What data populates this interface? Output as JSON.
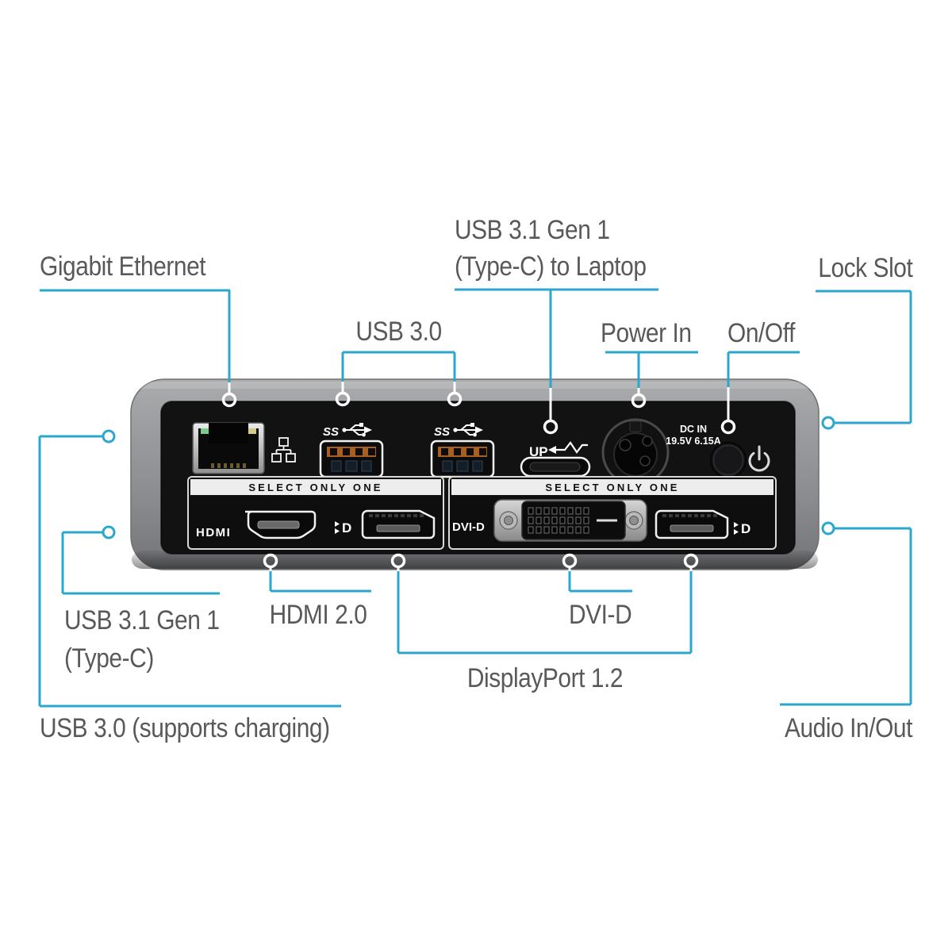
{
  "colors": {
    "callout_line": "#2BA7CD",
    "label_text": "#58595B",
    "device_panel": "#121212",
    "device_shell_silver": "#9C9DA0"
  },
  "callouts": {
    "gigabit_ethernet": "Gigabit Ethernet",
    "usb_30_top": "USB 3.0",
    "usb_c_laptop_line1": "USB 3.1 Gen 1",
    "usb_c_laptop_line2": "(Type-C) to Laptop",
    "power_in": "Power In",
    "on_off": "On/Off",
    "lock_slot": "Lock Slot",
    "usb_c_side_line1": "USB 3.1 Gen 1",
    "usb_c_side_line2": "(Type-C)",
    "hdmi": "HDMI 2.0",
    "dvi": "DVI-D",
    "displayport": "DisplayPort 1.2",
    "usb_30_charging": "USB 3.0 (supports charging)",
    "audio": "Audio In/Out"
  },
  "device": {
    "select_only_one_left": "SELECT ONLY ONE",
    "select_only_one_right": "SELECT ONLY ONE",
    "hdmi_logo": "HDMI",
    "dvi_label": "DVI-D",
    "up_label": "UP",
    "ss_label": "SS",
    "dc_in_line1": "DC IN",
    "dc_in_line2": "19.5V 6.15A",
    "dp_logo": "D"
  },
  "icons": {
    "ethernet": "network-nodes-icon",
    "superspeed_usb": "usb-trident-icon",
    "upstream_cable": "cable-arrow-icon",
    "power": "power-symbol-icon",
    "displayport": "dp-logo-icon"
  }
}
